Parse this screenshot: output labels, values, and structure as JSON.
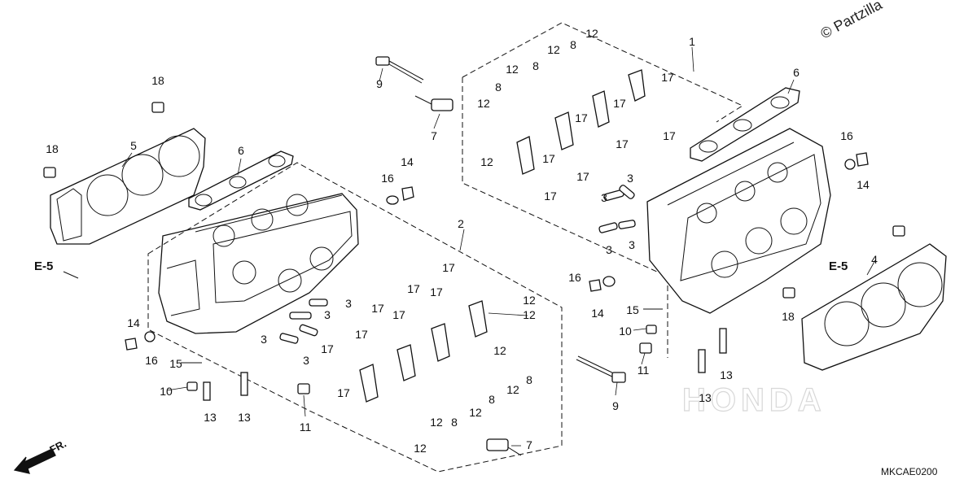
{
  "copyright": "© Partzilla",
  "diagram_code": "MKCAE0200",
  "front_arrow_label": "FR.",
  "watermark_text": "HONDA",
  "section_refs": [
    {
      "id": "ref-e5-left",
      "text": "E-5"
    },
    {
      "id": "ref-e5-right",
      "text": "E-5"
    }
  ],
  "callouts": [
    {
      "n": "1"
    },
    {
      "n": "2"
    },
    {
      "n": "3"
    },
    {
      "n": "3"
    },
    {
      "n": "3"
    },
    {
      "n": "3"
    },
    {
      "n": "3"
    },
    {
      "n": "3"
    },
    {
      "n": "3"
    },
    {
      "n": "3"
    },
    {
      "n": "4"
    },
    {
      "n": "5"
    },
    {
      "n": "6"
    },
    {
      "n": "6"
    },
    {
      "n": "7"
    },
    {
      "n": "7"
    },
    {
      "n": "8"
    },
    {
      "n": "8"
    },
    {
      "n": "8"
    },
    {
      "n": "8"
    },
    {
      "n": "8"
    },
    {
      "n": "8"
    },
    {
      "n": "9"
    },
    {
      "n": "9"
    },
    {
      "n": "10"
    },
    {
      "n": "10"
    },
    {
      "n": "11"
    },
    {
      "n": "11"
    },
    {
      "n": "12"
    },
    {
      "n": "12"
    },
    {
      "n": "12"
    },
    {
      "n": "12"
    },
    {
      "n": "12"
    },
    {
      "n": "12"
    },
    {
      "n": "12"
    },
    {
      "n": "12"
    },
    {
      "n": "12"
    },
    {
      "n": "12"
    },
    {
      "n": "12"
    },
    {
      "n": "12"
    },
    {
      "n": "13"
    },
    {
      "n": "13"
    },
    {
      "n": "13"
    },
    {
      "n": "13"
    },
    {
      "n": "14"
    },
    {
      "n": "14"
    },
    {
      "n": "14"
    },
    {
      "n": "14"
    },
    {
      "n": "15"
    },
    {
      "n": "15"
    },
    {
      "n": "16"
    },
    {
      "n": "16"
    },
    {
      "n": "16"
    },
    {
      "n": "16"
    },
    {
      "n": "17"
    },
    {
      "n": "17"
    },
    {
      "n": "17"
    },
    {
      "n": "17"
    },
    {
      "n": "17"
    },
    {
      "n": "17"
    },
    {
      "n": "17"
    },
    {
      "n": "17"
    },
    {
      "n": "17"
    },
    {
      "n": "17"
    },
    {
      "n": "17"
    },
    {
      "n": "17"
    },
    {
      "n": "17"
    },
    {
      "n": "17"
    },
    {
      "n": "17"
    },
    {
      "n": "17"
    },
    {
      "n": "18"
    },
    {
      "n": "18"
    },
    {
      "n": "18"
    }
  ]
}
